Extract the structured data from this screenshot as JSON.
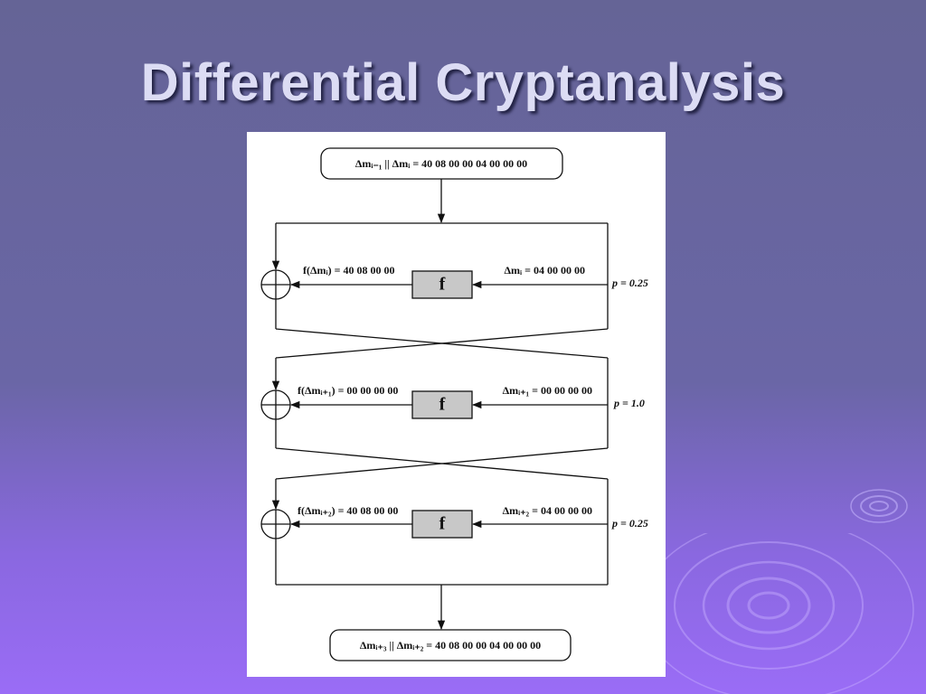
{
  "slide": {
    "title": "Differential Cryptanalysis"
  },
  "diagram": {
    "input_label": "Δmᵢ₋₁ || Δmᵢ = 40 08 00 00 04 00 00 00",
    "output_label": "Δmᵢ₊₃ || Δmᵢ₊₂ = 40 08 00 00 04 00 00 00",
    "rounds": [
      {
        "f_output": "f(Δmᵢ) = 40 08 00 00",
        "f_input": "Δmᵢ = 04 00 00 00",
        "probability": "p = 0.25",
        "f_label": "f"
      },
      {
        "f_output": "f(Δmᵢ₊₁) = 00 00 00 00",
        "f_input": "Δmᵢ₊₁ = 00 00 00 00",
        "probability": "p = 1.0",
        "f_label": "f"
      },
      {
        "f_output": "f(Δmᵢ₊₂) = 40 08 00 00",
        "f_input": "Δmᵢ₊₂ = 04 00 00 00",
        "probability": "p = 0.25",
        "f_label": "f"
      }
    ]
  }
}
